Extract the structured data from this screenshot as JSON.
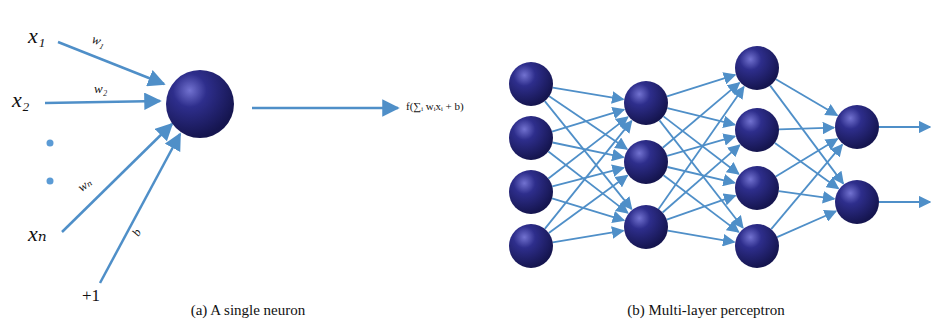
{
  "diagram": {
    "labels": [
      "x₁",
      "w₁",
      "x₂",
      "w₂",
      "xₙ",
      "wₙ",
      "b",
      "+1",
      "f(∑ᵢ wᵢxᵢ + b)",
      "(a) A single neuron",
      "(b) Multi-layer perceptron"
    ]
  }
}
